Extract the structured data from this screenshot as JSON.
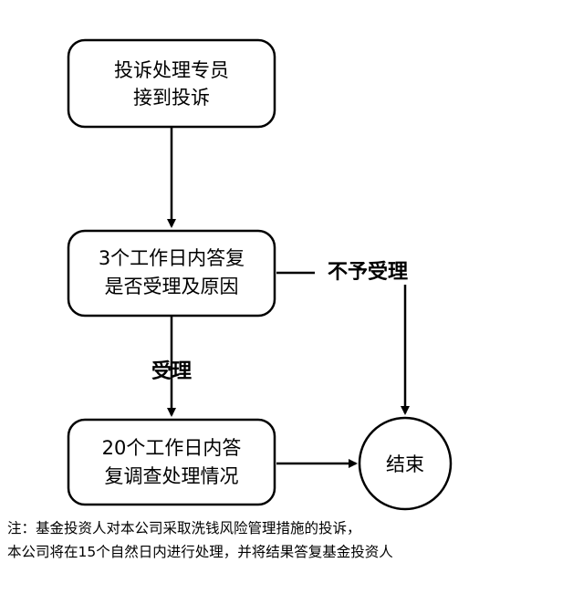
{
  "diagram": {
    "nodes": {
      "receive": {
        "lines": [
          "投诉处理专员",
          "接到投诉"
        ]
      },
      "reply": {
        "lines": [
          "3个工作日内答复",
          "是否受理及原因"
        ]
      },
      "investigate": {
        "lines": [
          "20个工作日内答",
          "复调查处理情况"
        ]
      },
      "end": {
        "label": "结束"
      }
    },
    "edges": {
      "accept": "受理",
      "reject": "不予受理"
    },
    "colors": {
      "stroke": "#000000",
      "fill": "#ffffff",
      "text": "#000000"
    }
  },
  "note": {
    "line1": "注：基金投资人对本公司采取洗钱风险管理措施的投诉，",
    "line2": "本公司将在15个自然日内进行处理，并将结果答复基金投资人"
  }
}
